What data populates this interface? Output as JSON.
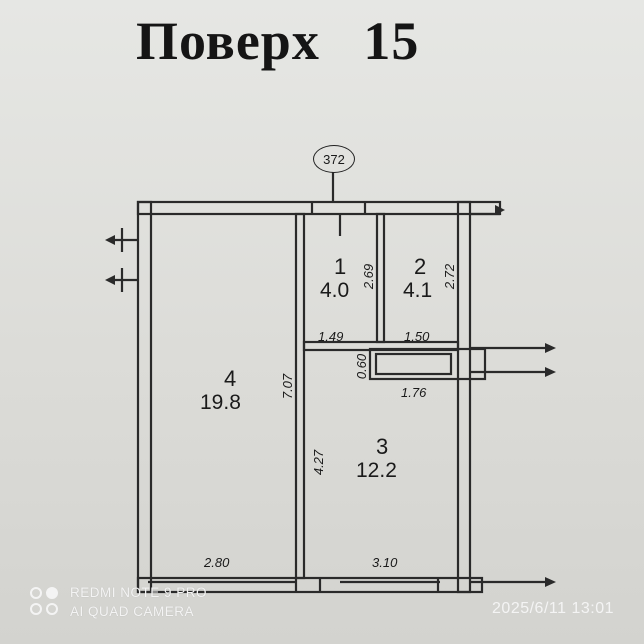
{
  "title": "Поверх   15",
  "plan_tag": "372",
  "rooms": [
    {
      "number": "1",
      "area": "4.0"
    },
    {
      "number": "2",
      "area": "4.1"
    },
    {
      "number": "3",
      "area": "12.2"
    },
    {
      "number": "4",
      "area": "19.8"
    }
  ],
  "dimensions": {
    "h_1_49": "1.49",
    "h_1_50": "1.50",
    "h_1_76": "1.76",
    "h_2_80": "2.80",
    "h_3_10": "3.10",
    "v_2_69": "2.69",
    "v_2_72": "2.72",
    "v_0_60": "0.60",
    "v_7_07": "7.07",
    "v_4_27": "4.27"
  },
  "watermark": {
    "line1": "REDMI NOTE 9 PRO",
    "line2": "AI QUAD CAMERA",
    "date": "2025/6/11 13:01"
  }
}
